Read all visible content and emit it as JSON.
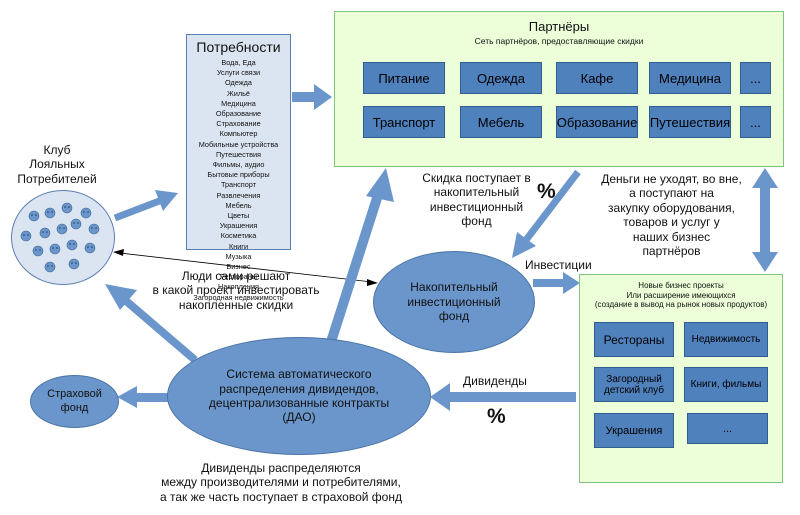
{
  "partners": {
    "title": "Партнёры",
    "subtitle": "Сеть партнёров, предоставляющие скидки",
    "items": [
      "Питание",
      "Одежда",
      "Кафе",
      "Медицина",
      "...",
      "Транспорт",
      "Мебель",
      "Образование",
      "Путешествия",
      "..."
    ]
  },
  "needs": {
    "title": "Потребности",
    "items": [
      "Вода, Еда",
      "Услуги связи",
      "Одежда",
      "Жильё",
      "Медицина",
      "Образование",
      "Страхование",
      "Компьютер",
      "Мобильные устройства",
      "Путешествия",
      "Фильмы, аудио",
      "Бытовые приборы",
      "Транспорт",
      "Развлечения",
      "Мебель",
      "Цветы",
      "Украшения",
      "Косметика",
      "Книги",
      "Музыка",
      "Бизнес",
      "Рестораны",
      "Накопления",
      "Загородная недвижимость"
    ]
  },
  "club": {
    "title_line1": "Клуб",
    "title_line2": "Лояльных",
    "title_line3": "Потребителей"
  },
  "fund": {
    "line1": "Накопительный",
    "line2": "инвестиционный",
    "line3": "фонд"
  },
  "projects": {
    "title_line1": "Новые бизнес проекты",
    "title_line2": "Или расширение имеющихся",
    "title_line3": "(создание в вывод на рынок новых продуктов)",
    "items": [
      "Рестораны",
      "Недвижимость",
      "Загородный детский клуб",
      "Книги, фильмы",
      "Украшения",
      "..."
    ]
  },
  "dao": {
    "line1": "Система автоматического",
    "line2": "распределения дивидендов,",
    "line3": "децентрализованные контракты",
    "line4": "(ДАО)"
  },
  "insurance": {
    "line1": "Страховой",
    "line2": "фонд"
  },
  "labels": {
    "discount_line1": "Скидка поступает в",
    "discount_line2": "накопительный",
    "discount_line3": "инвестиционный",
    "discount_line4": "фонд",
    "percent_top": "%",
    "money_line1": "Деньги не уходят, во вне,",
    "money_line2": "а поступают на",
    "money_line3": "закупку оборудования,",
    "money_line4": "товаров и услуг у",
    "money_line5": "наших бизнес",
    "money_line6": "партнёров",
    "investments": "Инвестиции",
    "people_line1": "Люди сами решают",
    "people_line2": "в какой проект инвестировать",
    "people_line3": "накопленные скидки",
    "dividends": "Дивиденды",
    "percent_bottom": "%",
    "dist_line1": "Дивиденды распределяются",
    "dist_line2": "между производителями и потребителями,",
    "dist_line3": "а так же часть поступает в страховой фонд"
  }
}
